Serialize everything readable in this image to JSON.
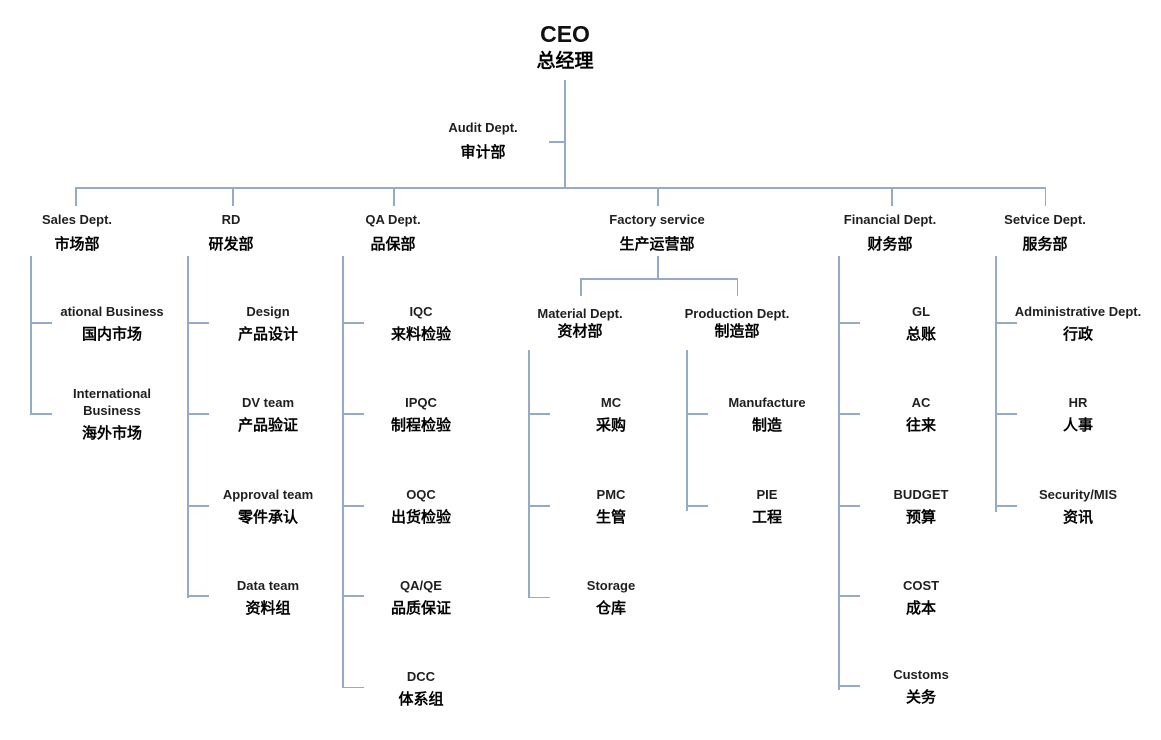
{
  "org": {
    "ceo": {
      "en": "CEO",
      "zh": "总经理"
    },
    "audit": {
      "en": "Audit Dept.",
      "zh": "审计部"
    },
    "departments": [
      {
        "en": "Sales Dept.",
        "zh": "市场部",
        "children": [
          {
            "en": "ational Business",
            "zh": "国内市场"
          },
          {
            "en": "International Business",
            "zh": "海外市场"
          }
        ]
      },
      {
        "en": "RD",
        "zh": "研发部",
        "children": [
          {
            "en": "Design",
            "zh": "产品设计"
          },
          {
            "en": "DV team",
            "zh": "产品验证"
          },
          {
            "en": "Approval team",
            "zh": "零件承认"
          },
          {
            "en": "Data team",
            "zh": "资料组"
          }
        ]
      },
      {
        "en": "QA Dept.",
        "zh": "品保部",
        "children": [
          {
            "en": "IQC",
            "zh": "来料检验"
          },
          {
            "en": "IPQC",
            "zh": "制程检验"
          },
          {
            "en": "OQC",
            "zh": "出货检验"
          },
          {
            "en": "QA/QE",
            "zh": "品质保证"
          },
          {
            "en": "DCC",
            "zh": "体系组"
          }
        ]
      },
      {
        "en": "Factory service",
        "zh": "生产运营部",
        "children": [
          {
            "en": "Material Dept.",
            "zh": "资材部",
            "children": [
              {
                "en": "MC",
                "zh": "采购"
              },
              {
                "en": "PMC",
                "zh": "生管"
              },
              {
                "en": "Storage",
                "zh": "仓库"
              }
            ]
          },
          {
            "en": "Production Dept.",
            "zh": "制造部",
            "children": [
              {
                "en": "Manufacture",
                "zh": "制造"
              },
              {
                "en": "PIE",
                "zh": "工程"
              }
            ]
          }
        ]
      },
      {
        "en": "Financial Dept.",
        "zh": "财务部",
        "children": [
          {
            "en": "GL",
            "zh": "总账"
          },
          {
            "en": "AC",
            "zh": "往来"
          },
          {
            "en": "BUDGET",
            "zh": "预算"
          },
          {
            "en": "COST",
            "zh": "成本"
          },
          {
            "en": "Customs",
            "zh": "关务"
          }
        ]
      },
      {
        "en": "Setvice Dept.",
        "zh": "服务部",
        "children": [
          {
            "en": "Administrative Dept.",
            "zh": "行政"
          },
          {
            "en": "HR",
            "zh": "人事"
          },
          {
            "en": "Security/MIS",
            "zh": "资讯"
          }
        ]
      }
    ],
    "colors": {
      "line": "#95aac8",
      "text": "#1a1a1a"
    }
  }
}
